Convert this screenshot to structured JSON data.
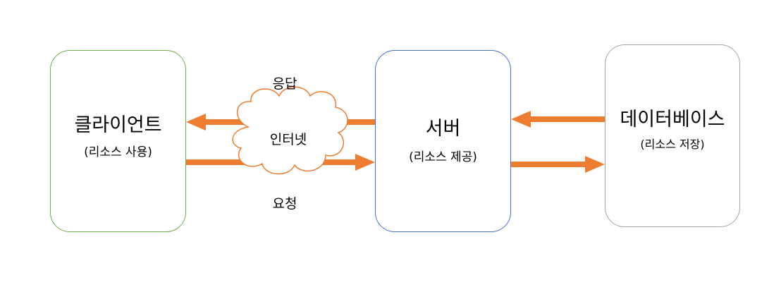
{
  "client": {
    "title": "클라이언트",
    "subtitle": "(리소스 사용)"
  },
  "server": {
    "title": "서버",
    "subtitle": "(리소스 제공)"
  },
  "database": {
    "title": "데이터베이스",
    "subtitle": "(리소스 저장)"
  },
  "network": {
    "cloud_label": "인터넷",
    "response_label": "응답",
    "request_label": "요청"
  },
  "colors": {
    "arrow": "#ed7d31",
    "cloud_stroke": "#ed7d31",
    "client_border": "#70ad47",
    "server_border": "#4472c4",
    "database_border": "#a5a5a5"
  }
}
